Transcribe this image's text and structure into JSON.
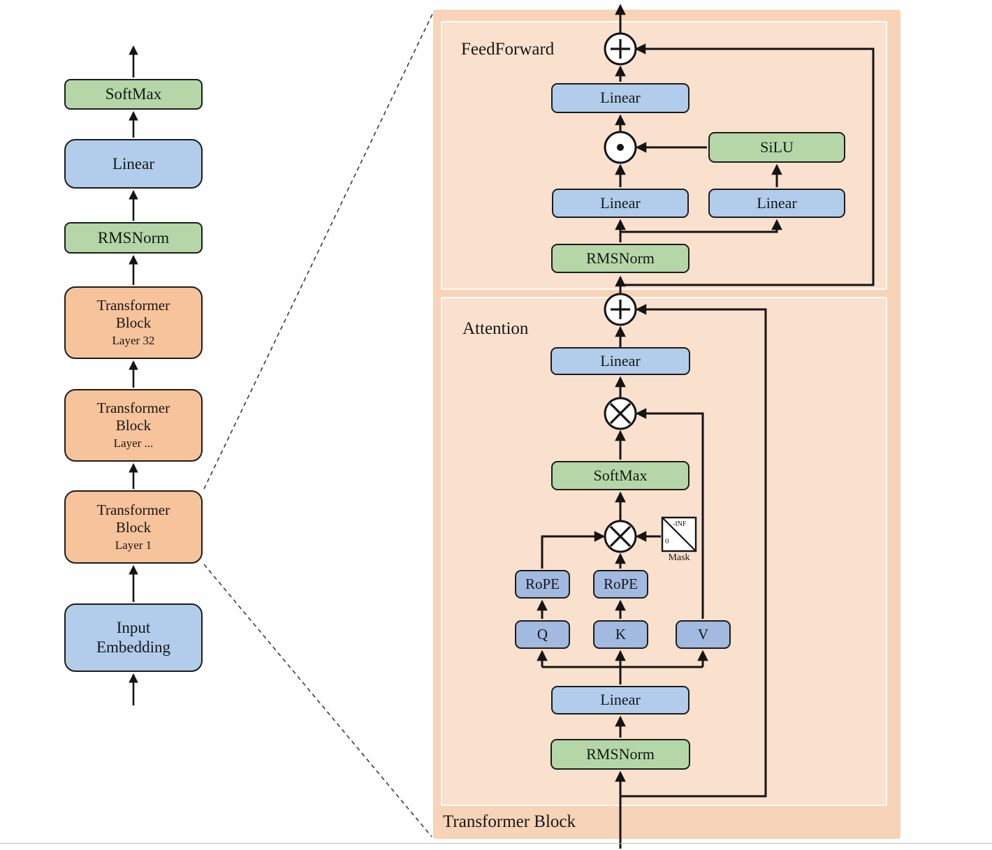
{
  "colors": {
    "box-blue": "#b2cdeb",
    "box-blue-deep": "#a2b9e0",
    "box-green": "#b5d7a8",
    "box-orange": "#f6c39b",
    "panel-bg": "#f7d3b7",
    "panel-inner-bg": "#fae1cd",
    "line": "#141414"
  },
  "left_column": {
    "softmax": "SoftMax",
    "linear": "Linear",
    "rmsnorm": "RMSNorm",
    "block_title": "Transformer Block",
    "block_top_sub": "Layer 32",
    "block_mid_sub": "Layer ...",
    "block_bottom_sub": "Layer 1",
    "input_embedding": "Input Embedding"
  },
  "panel": {
    "title": "Transformer Block",
    "feedforward": {
      "label": "FeedForward",
      "linear_out": "Linear",
      "silu": "SiLU",
      "linear_gate": "Linear",
      "linear_up": "Linear",
      "rmsnorm": "RMSNorm"
    },
    "attention": {
      "label": "Attention",
      "linear_out": "Linear",
      "softmax": "SoftMax",
      "rope_q": "RoPE",
      "rope_k": "RoPE",
      "q": "Q",
      "k": "K",
      "v": "V",
      "linear_in": "Linear",
      "rmsnorm": "RMSNorm",
      "mask": {
        "label": "Mask",
        "top_value": "-INF",
        "bottom_value": "0"
      }
    },
    "operators": {
      "add": "circle-plus-icon",
      "matmul": "circle-cross-icon",
      "elementwise_mul": "circle-dot-icon"
    }
  }
}
